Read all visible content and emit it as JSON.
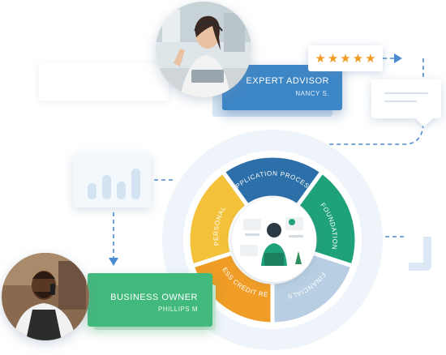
{
  "advisor": {
    "title": "EXPERT ADVISOR",
    "name": "NANCY S.",
    "rating": [
      "★",
      "★",
      "★",
      "★",
      "★"
    ]
  },
  "owner": {
    "title": "BUSINESS OWNER",
    "name": "PHILLIPS M"
  },
  "wheel": {
    "segments": [
      {
        "label": "APPLICATION PROCESS",
        "color": "#2d6fa8"
      },
      {
        "label": "FOUNDATION",
        "color": "#1fa27a"
      },
      {
        "label": "FINANCIALS",
        "color": "#b8cfe3"
      },
      {
        "label": "BUSINESS CREDIT REPORT",
        "color": "#ef9d26"
      },
      {
        "label": "PERSONAL",
        "color": "#f3c23a"
      }
    ]
  },
  "colors": {
    "connector": "#4a8ad0",
    "advisor_card": "#3d86c6",
    "owner_card": "#42b97c"
  },
  "icons": [
    "star-icon",
    "chat-bubble-icon",
    "bar-chart-icon",
    "arrow-right-icon",
    "arrow-down-icon",
    "advisor-illustration-icon"
  ]
}
